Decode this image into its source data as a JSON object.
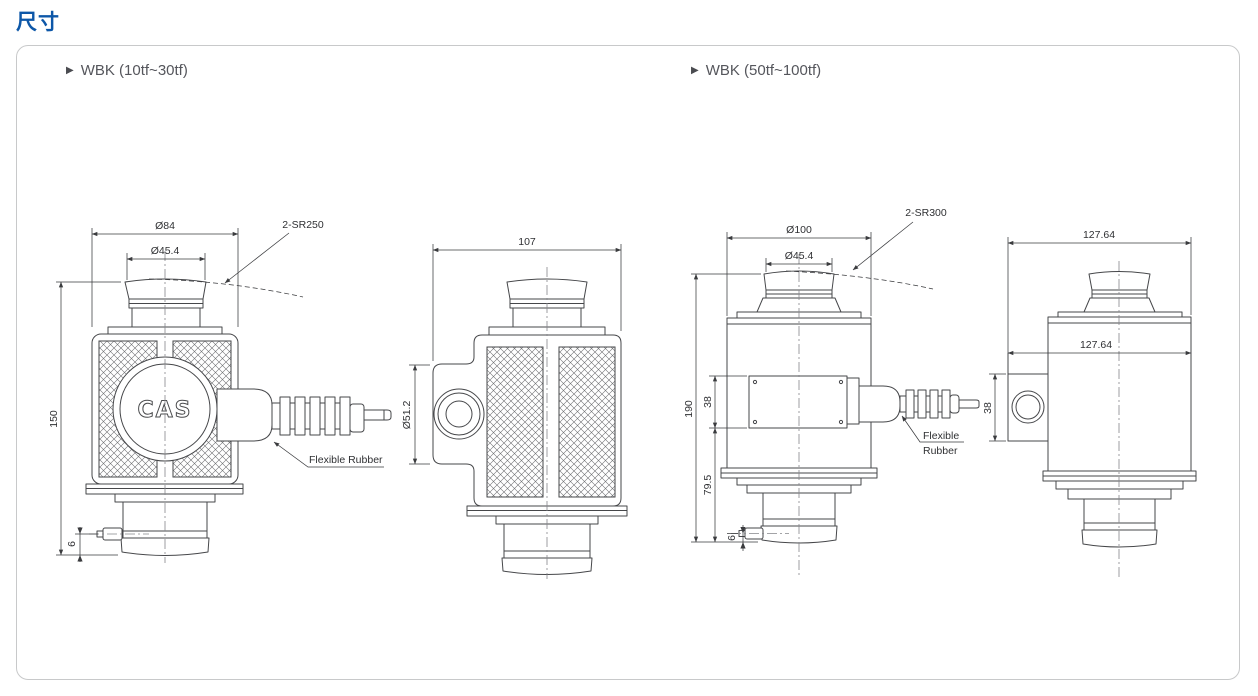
{
  "page": {
    "title": "尺寸"
  },
  "colors": {
    "accent": "#0d57a8",
    "drawing_line": "#46474a",
    "label_text": "#55565c",
    "panel_border": "#c8c9ca"
  },
  "panels": {
    "left": {
      "marker": "▶",
      "title": "WBK (10tf~30tf)",
      "front": {
        "dim_top_od": "Ø84",
        "dim_cap_od": "Ø45.4",
        "dim_sr": "2-SR250",
        "dim_height": "150",
        "dim_bottom": "6",
        "cable_label": "Flexible Rubber",
        "logo": "CAS"
      },
      "side": {
        "dim_width": "107",
        "dim_boss_od": "Ø51.2"
      }
    },
    "right": {
      "marker": "▶",
      "title": "WBK (50tf~100tf)",
      "front": {
        "dim_top_od": "Ø100",
        "dim_cap_od": "Ø45.4",
        "dim_sr": "2-SR300",
        "dim_height": "190",
        "dim_plate": "38",
        "dim_lower": "79.5",
        "dim_bottom": "6",
        "cable_label_line1": "Flexible",
        "cable_label_line2": "Rubber"
      },
      "side": {
        "dim_width_top": "127.64",
        "dim_width_mid": "127.64",
        "dim_boss": "38"
      }
    }
  }
}
